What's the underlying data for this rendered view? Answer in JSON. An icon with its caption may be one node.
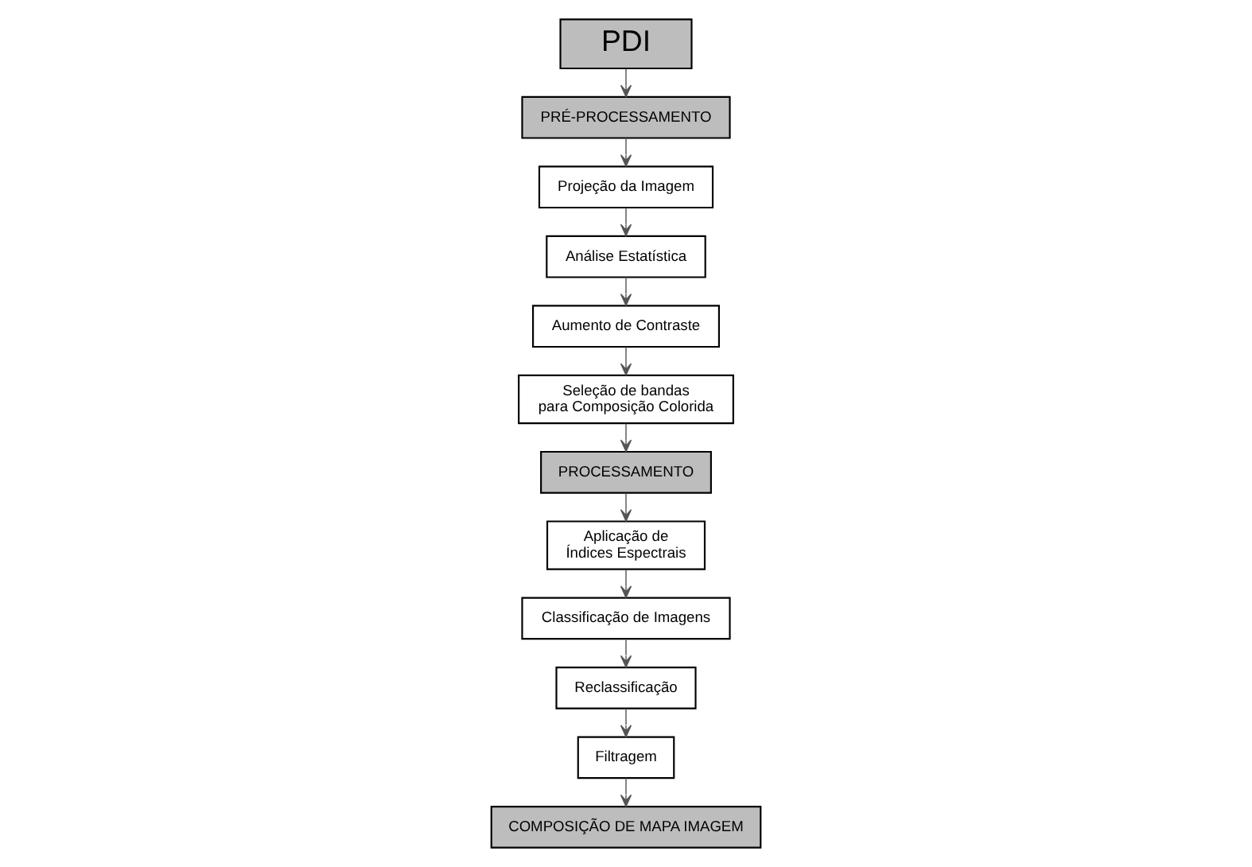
{
  "diagram": {
    "nodes": [
      {
        "text": [
          "PDI"
        ]
      },
      {
        "text": [
          "PRÉ-PROCESSAMENTO"
        ]
      },
      {
        "text": [
          "Projeção da Imagem"
        ]
      },
      {
        "text": [
          "Análise Estatística"
        ]
      },
      {
        "text": [
          "Aumento de Contraste"
        ]
      },
      {
        "text": [
          "Seleção de bandas para Composição Colorida"
        ]
      },
      {
        "text": [
          "PROCESSAMENTO"
        ]
      },
      {
        "text": [
          "Aplicação de Índices Espectrais"
        ]
      },
      {
        "text": [
          "Classificação de Imagens"
        ]
      },
      {
        "text": [
          "Reclassificação"
        ]
      },
      {
        "text": [
          "Filtragem"
        ]
      },
      {
        "text": [
          "COMPOSIÇÃO DE MAPA IMAGEM"
        ]
      }
    ],
    "edges": [
      {
        "from": 0,
        "to": 1,
        "arrow": "to"
      },
      {
        "from": 1,
        "to": 2,
        "arrow": "to"
      },
      {
        "from": 2,
        "to": 3,
        "arrow": "to"
      },
      {
        "from": 3,
        "to": 4,
        "arrow": "to"
      },
      {
        "from": 4,
        "to": 5,
        "arrow": "to"
      },
      {
        "from": 5,
        "to": 6,
        "arrow": "to"
      },
      {
        "from": 6,
        "to": 7,
        "arrow": "to"
      },
      {
        "from": 7,
        "to": 8,
        "arrow": "to"
      },
      {
        "from": 8,
        "to": 9,
        "arrow": "to"
      },
      {
        "from": 9,
        "to": 10,
        "arrow": "to"
      },
      {
        "from": 10,
        "to": 11,
        "arrow": "to"
      }
    ]
  }
}
